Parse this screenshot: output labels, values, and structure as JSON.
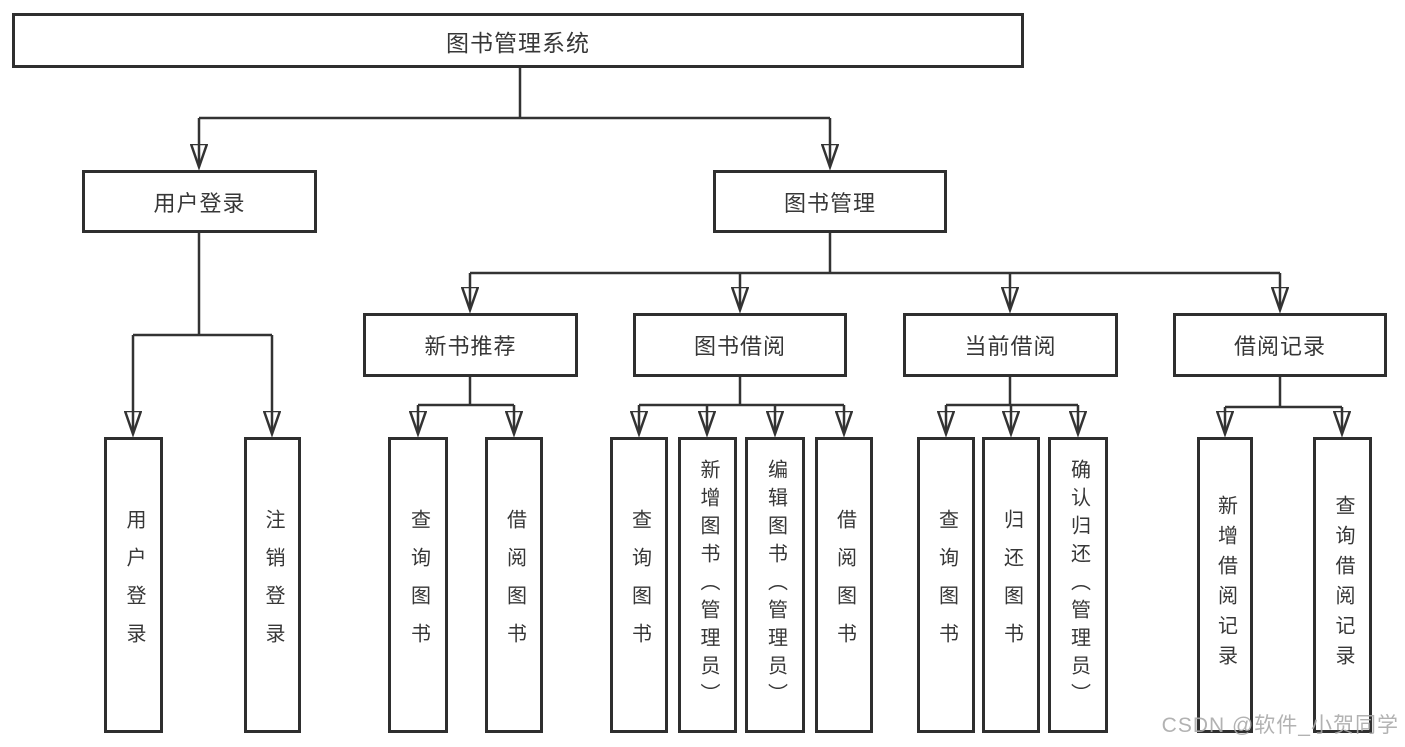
{
  "diagram": {
    "type": "hierarchy-tree",
    "root": {
      "label": "图书管理系统",
      "children": [
        {
          "label": "用户登录",
          "children": [
            {
              "label": "用户登录"
            },
            {
              "label": "注销登录"
            }
          ]
        },
        {
          "label": "图书管理",
          "children": [
            {
              "label": "新书推荐",
              "children": [
                {
                  "label": "查询图书"
                },
                {
                  "label": "借阅图书"
                }
              ]
            },
            {
              "label": "图书借阅",
              "children": [
                {
                  "label": "查询图书"
                },
                {
                  "label": "新增图书（管理员）"
                },
                {
                  "label": "编辑图书（管理员）"
                },
                {
                  "label": "借阅图书"
                }
              ]
            },
            {
              "label": "当前借阅",
              "children": [
                {
                  "label": "查询图书"
                },
                {
                  "label": "归还图书"
                },
                {
                  "label": "确认归还（管理员）"
                }
              ]
            },
            {
              "label": "借阅记录",
              "children": [
                {
                  "label": "新增借阅记录"
                },
                {
                  "label": "查询借阅记录"
                }
              ]
            }
          ]
        }
      ]
    }
  },
  "watermark": "CSDN @软件_小贺同学",
  "colors": {
    "line": "#333333",
    "box_border": "#2f2f2f",
    "text": "#373737",
    "watermark": "#aaaaaa",
    "background": "#ffffff"
  }
}
